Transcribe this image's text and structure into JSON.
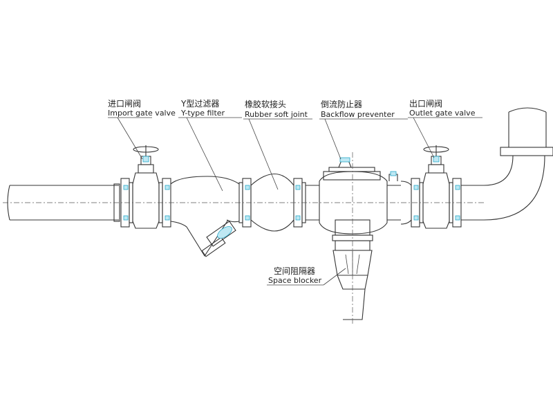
{
  "labels": {
    "import_gate_valve": {
      "cn": "进口闸阀",
      "en": "Import gate valve"
    },
    "y_type_filter": {
      "cn": "Y型过滤器",
      "en": "Y-type filter"
    },
    "rubber_soft_joint": {
      "cn": "橡胶软接头",
      "en": "Rubber soft joint"
    },
    "backflow_preventer": {
      "cn": "倒流防止器",
      "en": "Backflow preventer"
    },
    "outlet_gate_valve": {
      "cn": "出口闸阀",
      "en": "Outlet gate valve"
    },
    "space_blocker": {
      "cn": "空间阻隔器",
      "en": "Space blocker"
    }
  },
  "colors": {
    "line": "#333333",
    "accent": "#29a9c9",
    "accent_fill": "#bfe8f3"
  }
}
